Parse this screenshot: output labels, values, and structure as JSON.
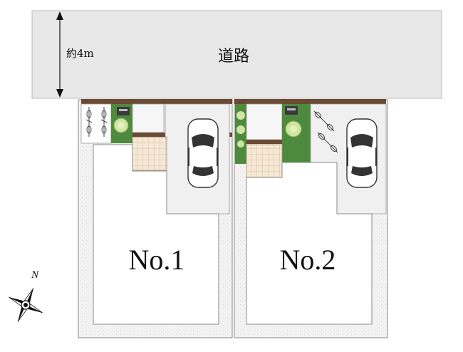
{
  "road": {
    "label": "道路",
    "width_label": "約4m"
  },
  "lots": [
    {
      "label": "No.1"
    },
    {
      "label": "No.2"
    }
  ],
  "compass": {
    "label": "N"
  },
  "colors": {
    "road": "#e8e8e8",
    "gravel": "#f2f2f2",
    "fence": "#6b4a34",
    "lawn": "#4e8a3e",
    "shrub": "#cfe6a0",
    "tile": "#f5e6d0",
    "tile_line": "#d7b893",
    "outline": "#8a8a8a"
  },
  "icons": [
    "bicycle-icon",
    "car-icon",
    "mailbox-icon",
    "compass-rose-icon",
    "shrub-icon"
  ]
}
